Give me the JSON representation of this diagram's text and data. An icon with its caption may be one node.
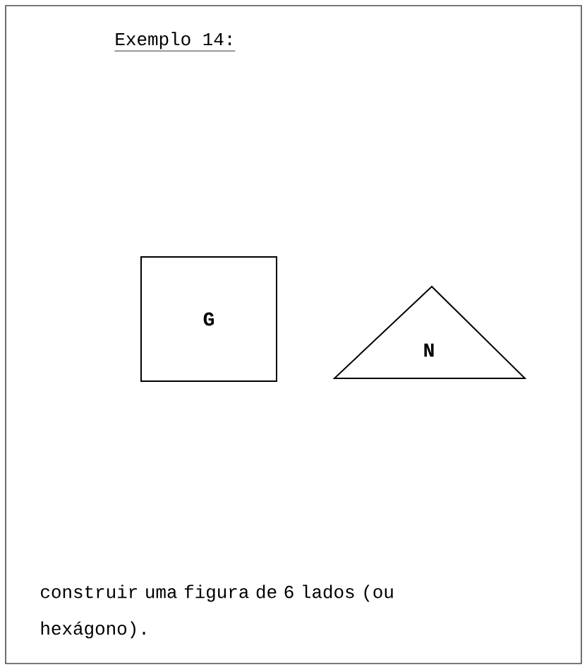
{
  "diagram": {
    "title": "Exemplo 14:",
    "nodes": [
      {
        "text": [
          "G"
        ]
      },
      {
        "text": [
          "N"
        ]
      }
    ],
    "edges": [],
    "labels": [
      "construir uma figura de 6 lados (ou hexágono)."
    ]
  }
}
